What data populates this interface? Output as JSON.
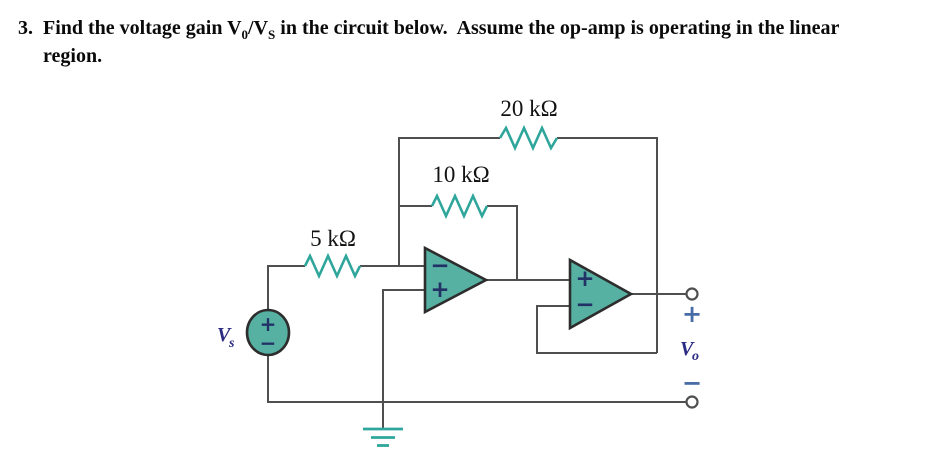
{
  "problem": {
    "number": "3.",
    "text_before": "Find the voltage gain V",
    "vo_sub": "0",
    "text_mid": "/V",
    "vs_sub": "S",
    "text_after": " in the circuit below.  Assume the op-amp is operating in the linear region."
  },
  "circuit": {
    "resistor_feedback": {
      "label": "20 kΩ"
    },
    "resistor_middle": {
      "label": "10 kΩ"
    },
    "resistor_input": {
      "label": "5 kΩ"
    },
    "source": {
      "name_main": "V",
      "name_sub": "s",
      "plus": "+",
      "minus": "−"
    },
    "opamp1": {
      "inverting": "−",
      "noninverting": "+"
    },
    "opamp2": {
      "noninverting": "+",
      "inverting": "−"
    },
    "output": {
      "plus": "+",
      "name_main": "V",
      "name_sub": "o",
      "minus": "−"
    }
  },
  "colors": {
    "component_teal": "#2fa69b",
    "opamp_fill": "#57b1a2",
    "source_fill": "#57b1a2",
    "wire_gray": "#4f4f4f",
    "value_label_black": "#131313",
    "voltage_label_navy": "#2b2b82",
    "opamp_sign_navy": "#223166",
    "terminal_sign_blue": "#486ca5"
  }
}
